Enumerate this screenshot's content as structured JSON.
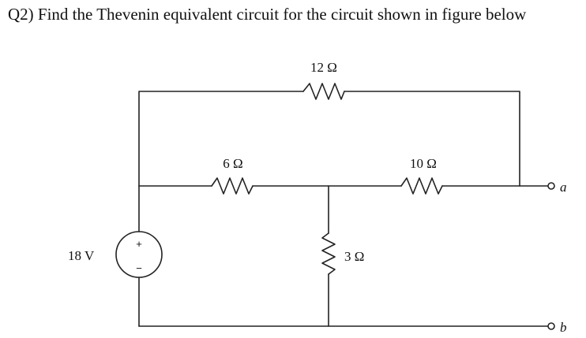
{
  "question": "Q2) Find the Thevenin equivalent circuit for the circuit shown in figure below",
  "circuit": {
    "source": {
      "value": "18 V",
      "plus": "+",
      "minus": "−"
    },
    "resistors": {
      "r12": "12 Ω",
      "r6": "6 Ω",
      "r10": "10 Ω",
      "r3": "3 Ω"
    },
    "terminals": {
      "a": "a",
      "b": "b"
    }
  }
}
